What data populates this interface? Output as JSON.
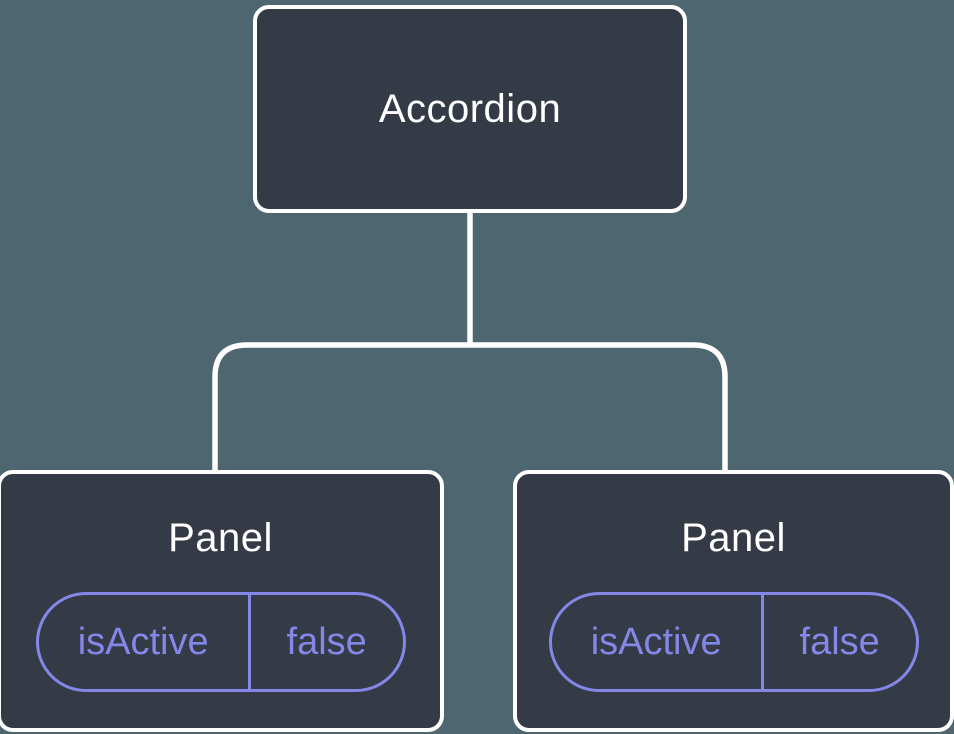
{
  "colors": {
    "background": "#4E6670",
    "node-fill": "#343A46",
    "node-border": "#FFFFFF",
    "connector": "#FFFFFF",
    "accent": "#8388E8",
    "text": "#FFFFFF"
  },
  "tree": {
    "root": {
      "label": "Accordion"
    },
    "children": [
      {
        "label": "Panel",
        "state": {
          "key": "isActive",
          "value": "false"
        }
      },
      {
        "label": "Panel",
        "state": {
          "key": "isActive",
          "value": "false"
        }
      }
    ]
  }
}
